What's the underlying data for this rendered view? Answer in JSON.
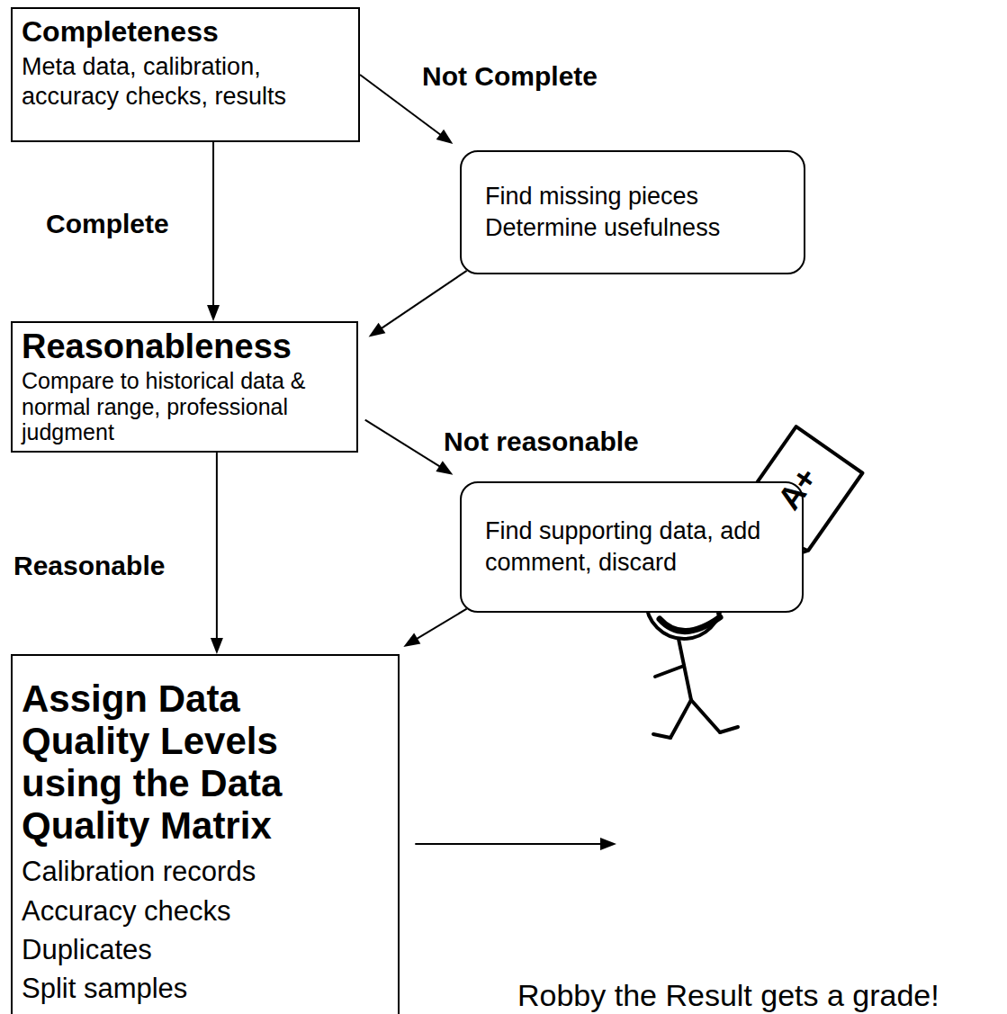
{
  "diagram": {
    "nodes": [
      {
        "text": [
          "Completeness",
          "Meta data, calibration, accuracy checks, results"
        ]
      },
      {
        "text": [
          "Find missing pieces",
          "Determine usefulness"
        ]
      },
      {
        "text": [
          "Reasonableness",
          "Compare to historical data & normal range, professional judgment"
        ]
      },
      {
        "text": [
          "Find supporting data, add comment, discard"
        ]
      },
      {
        "text": [
          "Assign Data Quality Levels using the Data Quality Matrix",
          "Calibration records",
          "Accuracy checks",
          "Duplicates",
          "Split samples"
        ]
      },
      {
        "text": [
          "A+",
          "Robby the Result gets a grade!"
        ]
      }
    ],
    "edges": [
      {
        "from": 0,
        "to": 1,
        "arrow": "to",
        "label": "Not Complete"
      },
      {
        "from": 0,
        "to": 2,
        "arrow": "to",
        "label": "Complete"
      },
      {
        "from": 1,
        "to": 2,
        "arrow": "to"
      },
      {
        "from": 2,
        "to": 3,
        "arrow": "to",
        "label": "Not reasonable"
      },
      {
        "from": 2,
        "to": 4,
        "arrow": "to",
        "label": "Reasonable"
      },
      {
        "from": 3,
        "to": 4,
        "arrow": "to"
      },
      {
        "from": 4,
        "to": 5,
        "arrow": "to"
      }
    ]
  }
}
